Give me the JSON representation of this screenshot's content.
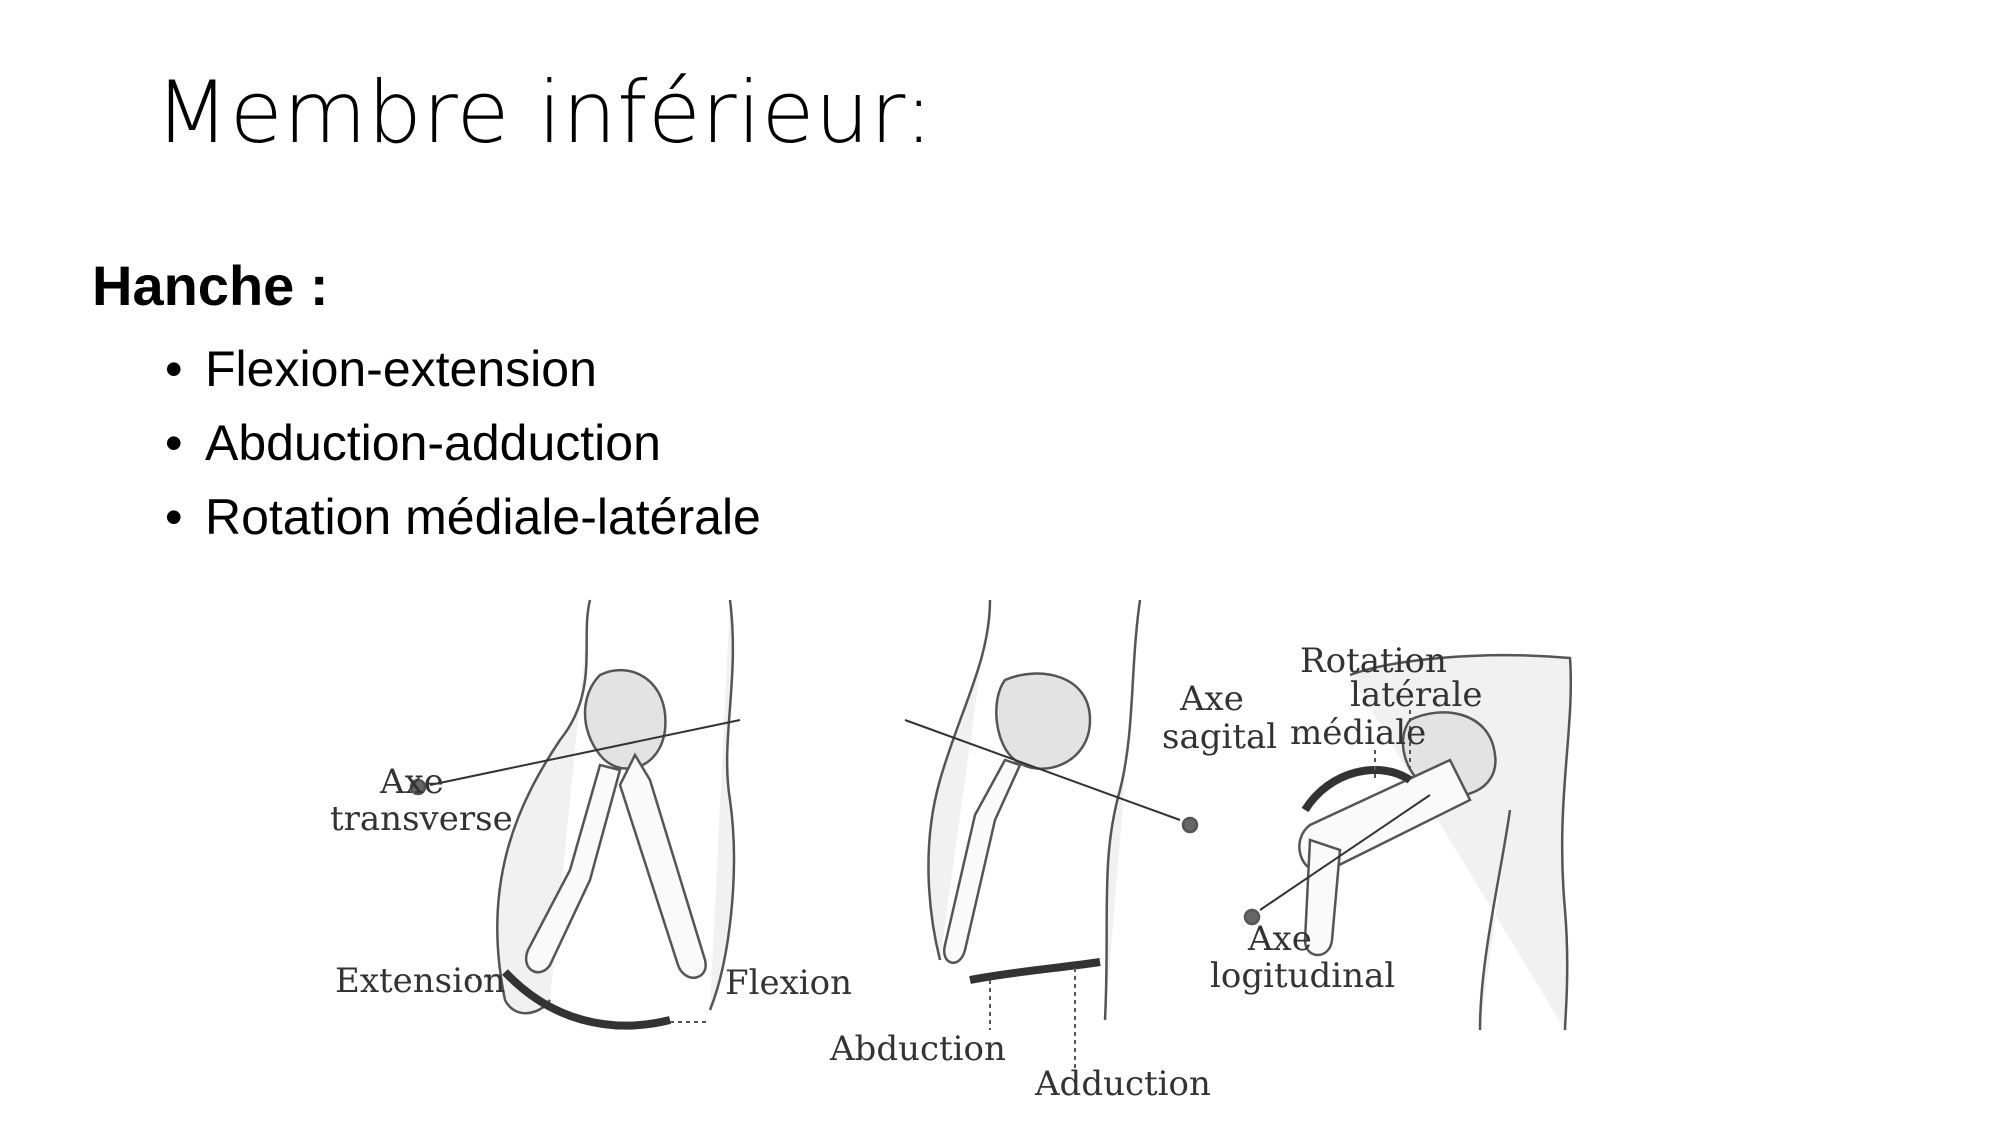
{
  "title": "Membre inférieur:",
  "section": {
    "heading": "Hanche :",
    "bullets": [
      "Flexion-extension",
      "Abduction-adduction",
      "Rotation médiale-latérale"
    ]
  },
  "figure": {
    "panel1": {
      "axis_line1": "Axe",
      "axis_line2": "transverse",
      "extension": "Extension",
      "flexion": "Flexion"
    },
    "panel2": {
      "axis_line1": "Axe",
      "axis_line2": "sagital",
      "abduction": "Abduction",
      "adduction": "Adduction"
    },
    "panel3": {
      "rotation": "Rotation",
      "laterale": "latérale",
      "mediale": "médiale",
      "axis_line1": "Axe",
      "axis_line2": "logitudinal"
    }
  }
}
